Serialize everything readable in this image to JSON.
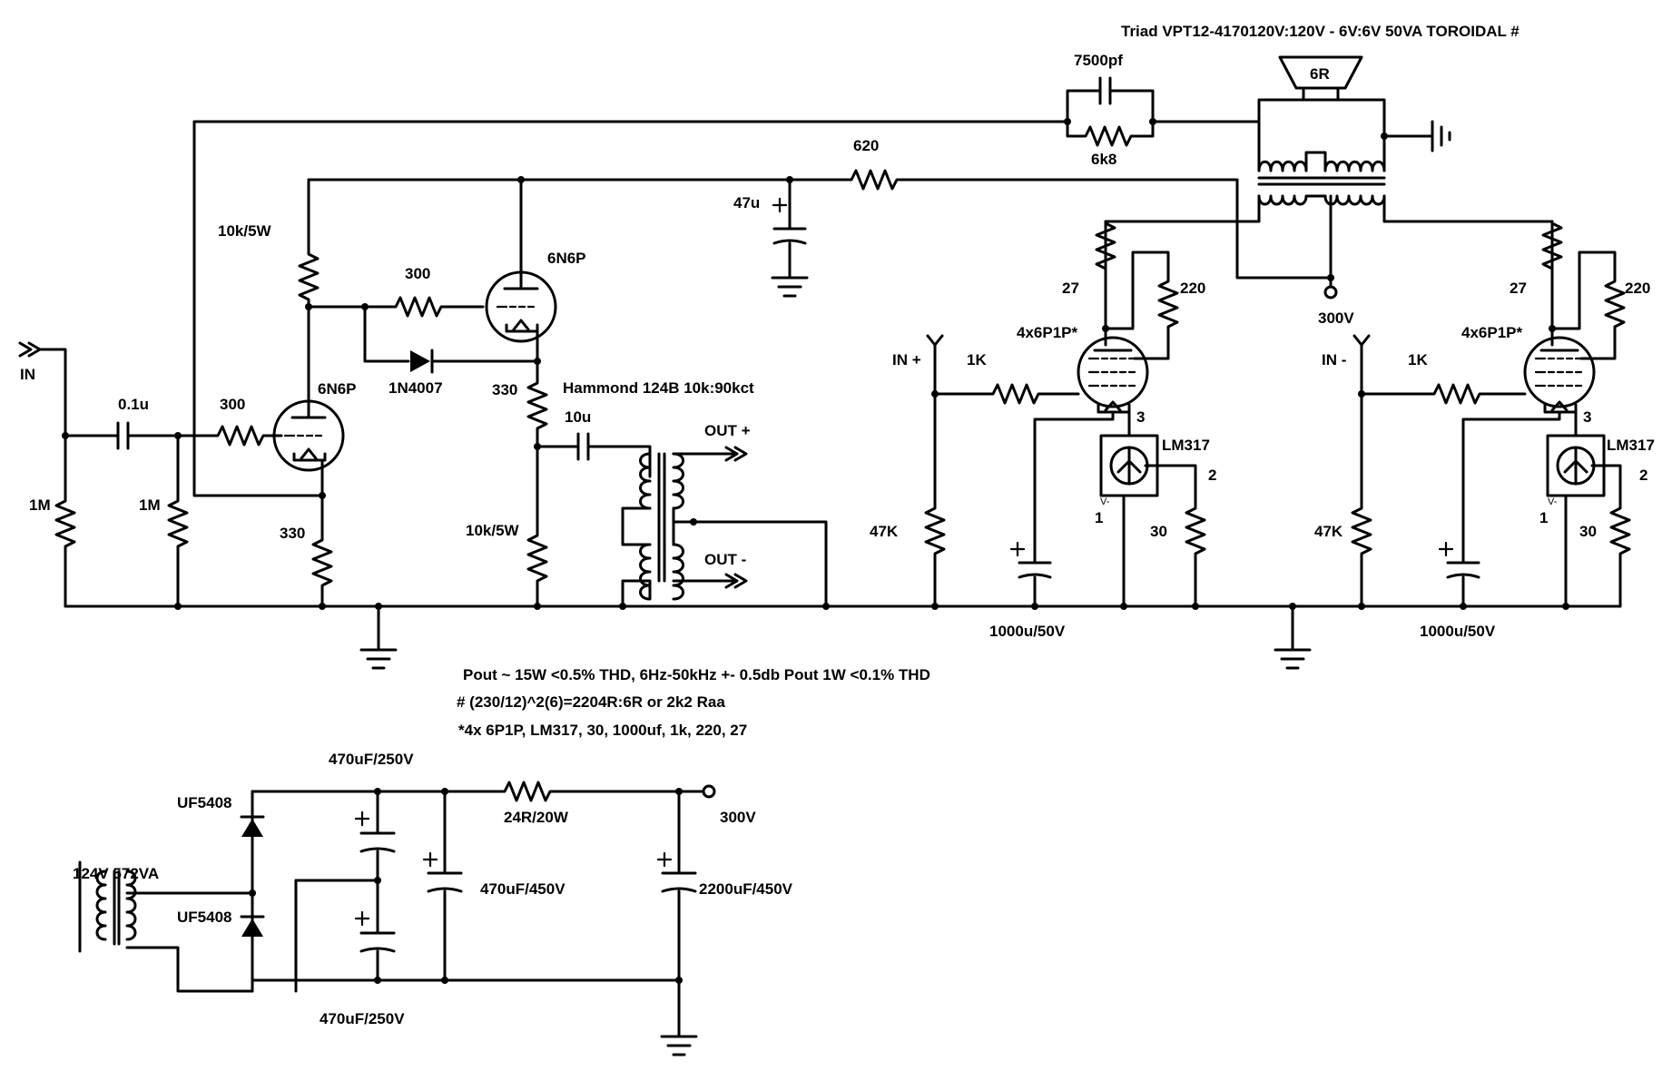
{
  "title": "Triad VPT12-4170120V:120V - 6V:6V 50VA TOROIDAL #",
  "speaker": "6R",
  "labels": {
    "in": "IN",
    "c_in": "0.1u",
    "r_grid1": "300",
    "r_1m_a": "1M",
    "r_1m_b": "1M",
    "tube1": "6N6P",
    "r_cath1": "330",
    "r_load1": "10k/5W",
    "r_grid2": "300",
    "diode": "1N4007",
    "tube2": "6N6P",
    "r_cath2": "330",
    "hammond": "Hammond 124B 10k:90kct",
    "c_coup": "10u",
    "r_load2": "10k/5W",
    "out_plus": "OUT +",
    "out_minus": "OUT -",
    "c_fb": "7500pf",
    "r_fb": "6k8",
    "r_620": "620",
    "c_47u": "47u",
    "b300": "300V",
    "l_in_plus": "IN +",
    "l_1k_a": "1K",
    "l_47k_a": "47K",
    "l_27_a": "27",
    "l_220_a": "220",
    "l_tube_a": "4x6P1P*",
    "l_lm_a": "LM317",
    "l_pin3_a": "3",
    "l_pin2_a": "2",
    "l_pin1_a": "1",
    "l_30_a": "30",
    "l_cap_a": "1000u/50V",
    "l_vminus_a": "V-",
    "l_in_minus": "IN -",
    "l_1k_b": "1K",
    "l_47k_b": "47K",
    "l_27_b": "27",
    "l_220_b": "220",
    "l_tube_b": "4x6P1P*",
    "l_lm_b": "LM317",
    "l_pin3_b": "3",
    "l_pin2_b": "2",
    "l_pin1_b": "1",
    "l_30_b": "30",
    "l_cap_b": "1000u/50V",
    "l_vminus_b": "V-"
  },
  "notes": [
    "Pout ~ 15W <0.5% THD, 6Hz-50kHz +- 0.5db Pout 1W <0.1% THD",
    "# (230/12)^2(6)=2204R:6R or 2k2 Raa",
    "*4x 6P1P, LM317, 30, 1000uf, 1k, 220, 27"
  ],
  "psu": {
    "c_top": "470uF/250V",
    "c_bot": "470uF/250V",
    "d_top": "UF5408",
    "d_bot": "UF5408",
    "xfmr": "124V 572VA",
    "r_drop": "24R/20W",
    "c_450": "470uF/450V",
    "c_2200": "2200uF/450V",
    "out": "300V"
  }
}
